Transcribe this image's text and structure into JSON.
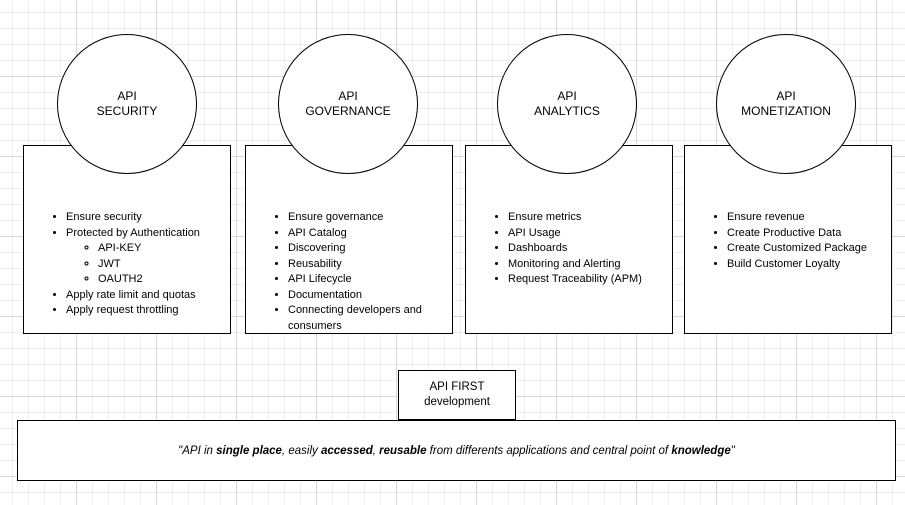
{
  "pillars": [
    {
      "title_line1": "API",
      "title_line2": "SECURITY",
      "points": [
        "Ensure security",
        "Protected by Authentication",
        "Apply rate limit and quotas",
        "Apply request throttling"
      ],
      "auth_methods": [
        "API-KEY",
        "JWT",
        "OAUTH2"
      ]
    },
    {
      "title_line1": "API",
      "title_line2": "GOVERNANCE",
      "points": [
        "Ensure governance",
        "API Catalog",
        "Discovering",
        "Reusability",
        "API Lifecycle",
        "Documentation",
        "Connecting developers and consumers"
      ]
    },
    {
      "title_line1": "API",
      "title_line2": "ANALYTICS",
      "points": [
        "Ensure metrics",
        "API Usage",
        "Dashboards",
        "Monitoring and Alerting",
        "Request Traceability (APM)"
      ]
    },
    {
      "title_line1": "API",
      "title_line2": "MONETIZATION",
      "points": [
        "Ensure revenue",
        "Create Productive Data",
        "Create Customized Package",
        "Build Customer Loyalty"
      ]
    }
  ],
  "api_first": {
    "line1": "API FIRST",
    "line2": "development"
  },
  "banner": {
    "quote_open": "\"API in ",
    "b1": "single place",
    "t2": ", easily ",
    "b2": "accessed",
    "t3": ", ",
    "b3": "reusable",
    "t4": " from differents applications and central point of ",
    "b4": "knowledge",
    "quote_close": "\""
  }
}
